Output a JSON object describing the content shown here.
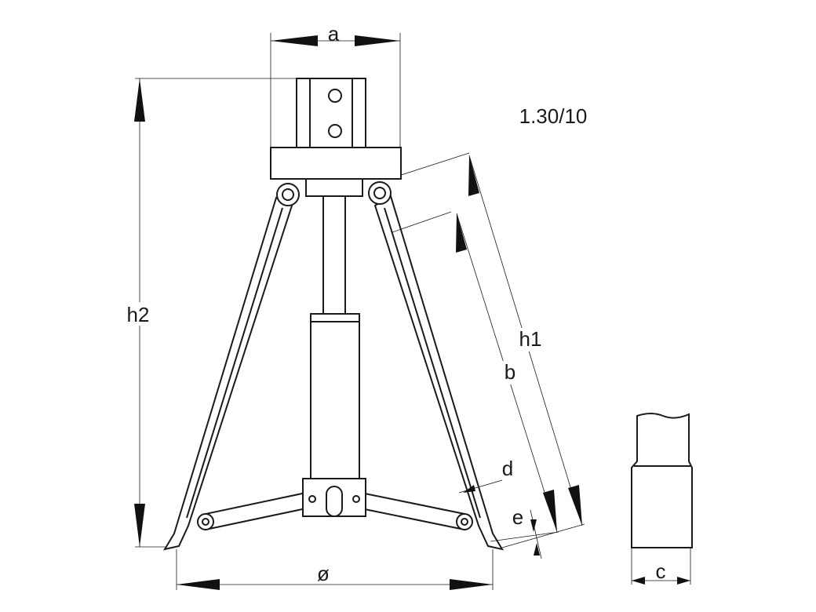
{
  "drawing": {
    "model_code": "1.30/10",
    "dimension_labels": {
      "a": "a",
      "h2": "h2",
      "h1": "h1",
      "b": "b",
      "d": "d",
      "e": "e",
      "diameter": "ø",
      "c": "c"
    }
  }
}
